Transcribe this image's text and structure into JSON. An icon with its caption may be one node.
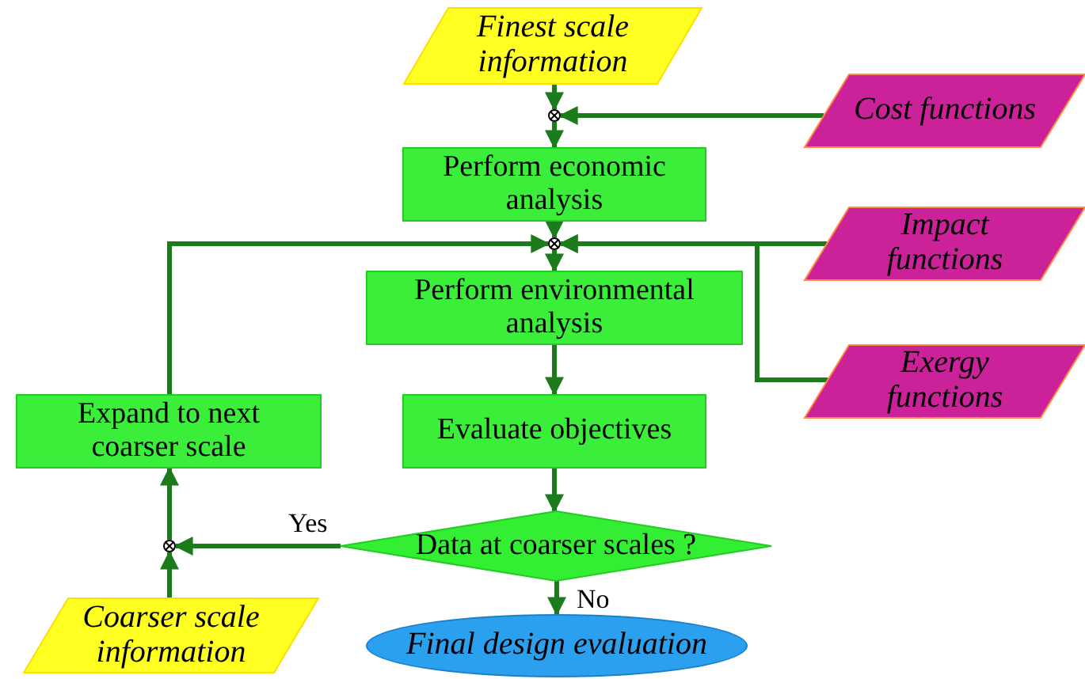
{
  "diagram": {
    "nodes": [
      {
        "text": [
          "Finest scale information"
        ]
      },
      {
        "text": [
          "Cost functions"
        ]
      },
      {
        "text": [],
        "shape": "circle"
      },
      {
        "text": [
          "Perform economic analysis"
        ]
      },
      {
        "text": [
          "Impact functions"
        ]
      },
      {
        "text": [],
        "shape": "circle"
      },
      {
        "text": [
          "Perform environmental analysis"
        ]
      },
      {
        "text": [
          "Exergy functions"
        ]
      },
      {
        "text": [
          "Expand to next coarser scale"
        ]
      },
      {
        "text": [
          "Evaluate objectives"
        ]
      },
      {
        "text": [
          "Data at coarser scales ?"
        ]
      },
      {
        "text": [],
        "shape": "circle"
      },
      {
        "text": [
          "Coarser scale information"
        ]
      },
      {
        "text": [
          "Final design evaluation"
        ]
      }
    ],
    "edges": [
      {
        "from": 0,
        "to": 2,
        "arrow": "to"
      },
      {
        "from": 1,
        "to": 2,
        "arrow": "to"
      },
      {
        "from": 2,
        "to": 3,
        "arrow": "to"
      },
      {
        "from": 3,
        "to": 5,
        "arrow": "to"
      },
      {
        "from": 8,
        "to": 5,
        "arrow": "to"
      },
      {
        "from": 4,
        "to": 5,
        "arrow": "to"
      },
      {
        "from": 7,
        "to": 5,
        "arrow": "to"
      },
      {
        "from": 5,
        "to": 6,
        "arrow": "to"
      },
      {
        "from": 6,
        "to": 9,
        "arrow": "to"
      },
      {
        "from": 9,
        "to": 10,
        "arrow": "to"
      },
      {
        "from": 10,
        "to": 11,
        "arrow": "to",
        "label": "Yes"
      },
      {
        "from": 12,
        "to": 11,
        "arrow": "to"
      },
      {
        "from": 11,
        "to": 8,
        "arrow": "to"
      },
      {
        "from": 10,
        "to": 13,
        "arrow": "to",
        "label": "No"
      }
    ]
  }
}
